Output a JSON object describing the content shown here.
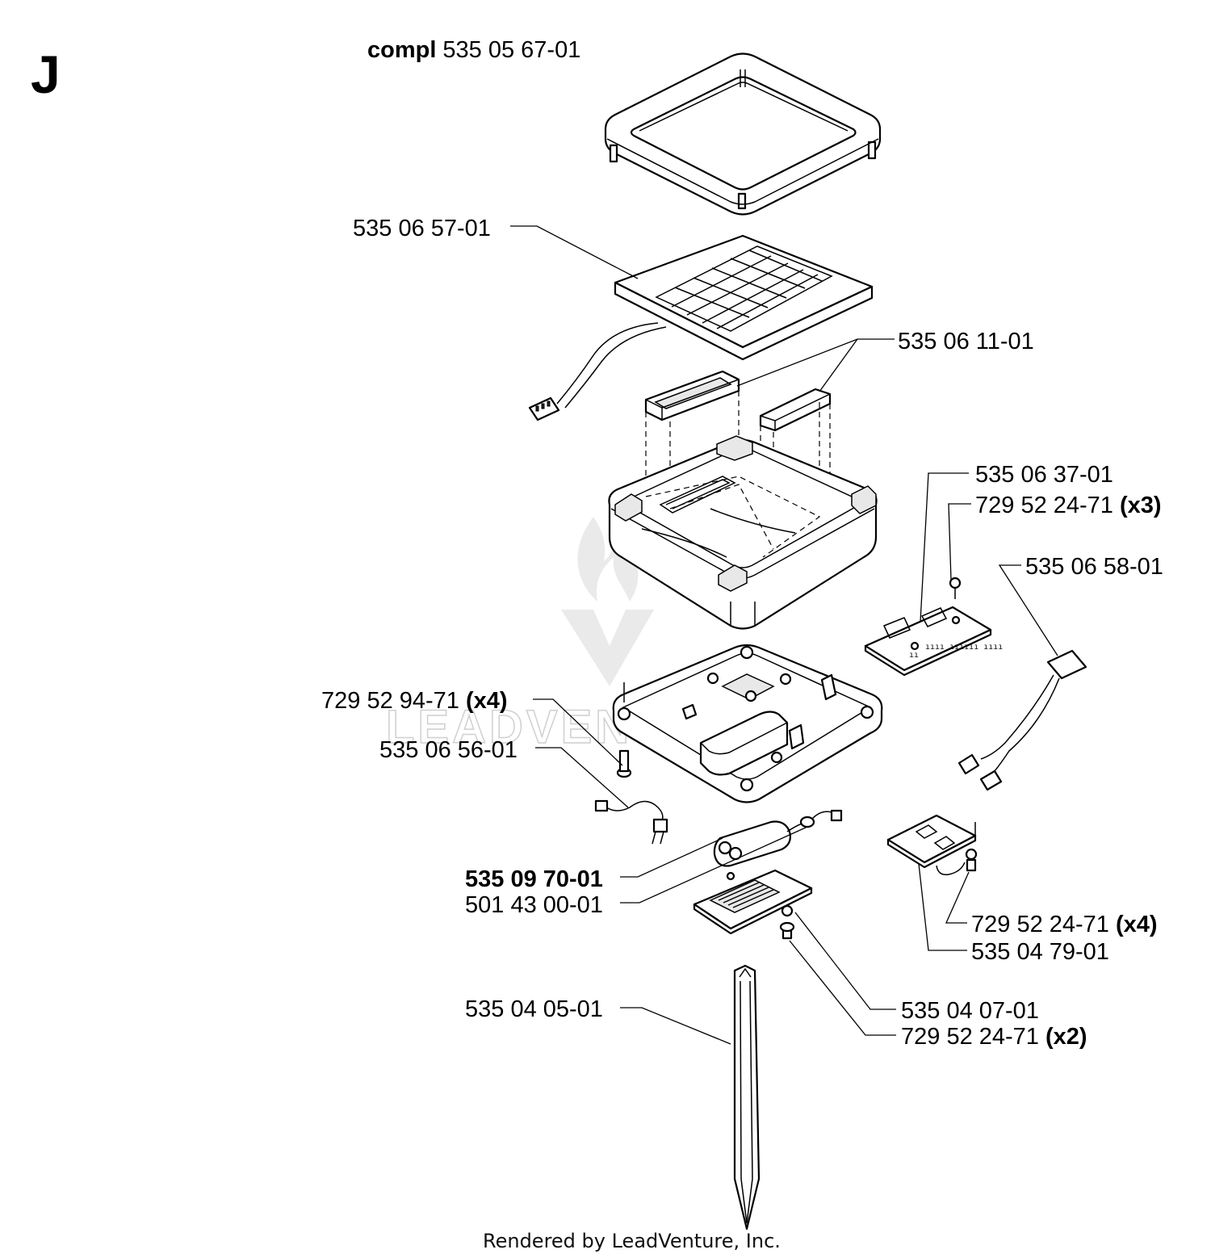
{
  "section_letter": "J",
  "watermark_text": "LEADVENTURE",
  "footer": "Rendered by LeadVenture, Inc.",
  "callouts": [
    {
      "id": "compl",
      "prefix": "compl",
      "number": "535 05 67-01",
      "suffix": ""
    },
    {
      "id": "c1",
      "prefix": "",
      "number": "535 06 57-01",
      "suffix": ""
    },
    {
      "id": "c2",
      "prefix": "",
      "number": "535 06 11-01",
      "suffix": ""
    },
    {
      "id": "c3",
      "prefix": "",
      "number": "535 06 37-01",
      "suffix": ""
    },
    {
      "id": "c4",
      "prefix": "",
      "number": "729 52 24-71",
      "suffix": "(x3)"
    },
    {
      "id": "c5",
      "prefix": "",
      "number": "535 06 58-01",
      "suffix": ""
    },
    {
      "id": "c6",
      "prefix": "",
      "number": "729 52 94-71",
      "suffix": "(x4)"
    },
    {
      "id": "c7",
      "prefix": "",
      "number": "535 06 56-01",
      "suffix": ""
    },
    {
      "id": "c8",
      "prefix": "",
      "number": "535 09 70-01",
      "suffix": "",
      "bold": true
    },
    {
      "id": "c9",
      "prefix": "",
      "number": "501 43 00-01",
      "suffix": ""
    },
    {
      "id": "c10",
      "prefix": "",
      "number": "729 52 24-71",
      "suffix": "(x4)"
    },
    {
      "id": "c11",
      "prefix": "",
      "number": "535 04 79-01",
      "suffix": ""
    },
    {
      "id": "c12",
      "prefix": "",
      "number": "535 04 07-01",
      "suffix": ""
    },
    {
      "id": "c13",
      "prefix": "",
      "number": "729 52 24-71",
      "suffix": "(x2)"
    },
    {
      "id": "c14",
      "prefix": "",
      "number": "535 04 05-01",
      "suffix": ""
    }
  ]
}
